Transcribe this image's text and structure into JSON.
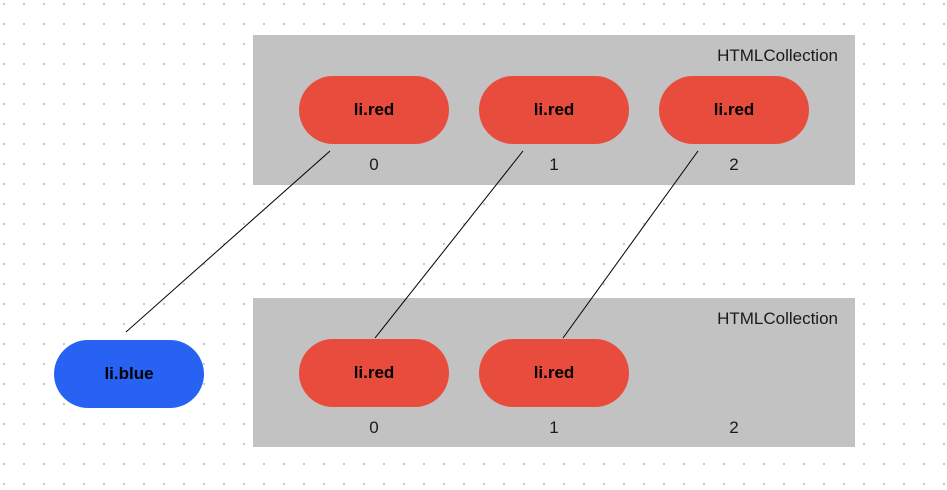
{
  "colors": {
    "red": "#E84C3D",
    "blue": "#2762F3",
    "panel": "#C2C2C2"
  },
  "top_collection": {
    "title": "HTMLCollection",
    "items": [
      {
        "label": "li.red",
        "index": "0"
      },
      {
        "label": "li.red",
        "index": "1"
      },
      {
        "label": "li.red",
        "index": "2"
      }
    ]
  },
  "bottom_collection": {
    "title": "HTMLCollection",
    "items": [
      {
        "label": "li.red",
        "index": "0"
      },
      {
        "label": "li.red",
        "index": "1"
      }
    ],
    "indices": [
      "0",
      "1",
      "2"
    ]
  },
  "detached_node": {
    "label": "li.blue"
  }
}
